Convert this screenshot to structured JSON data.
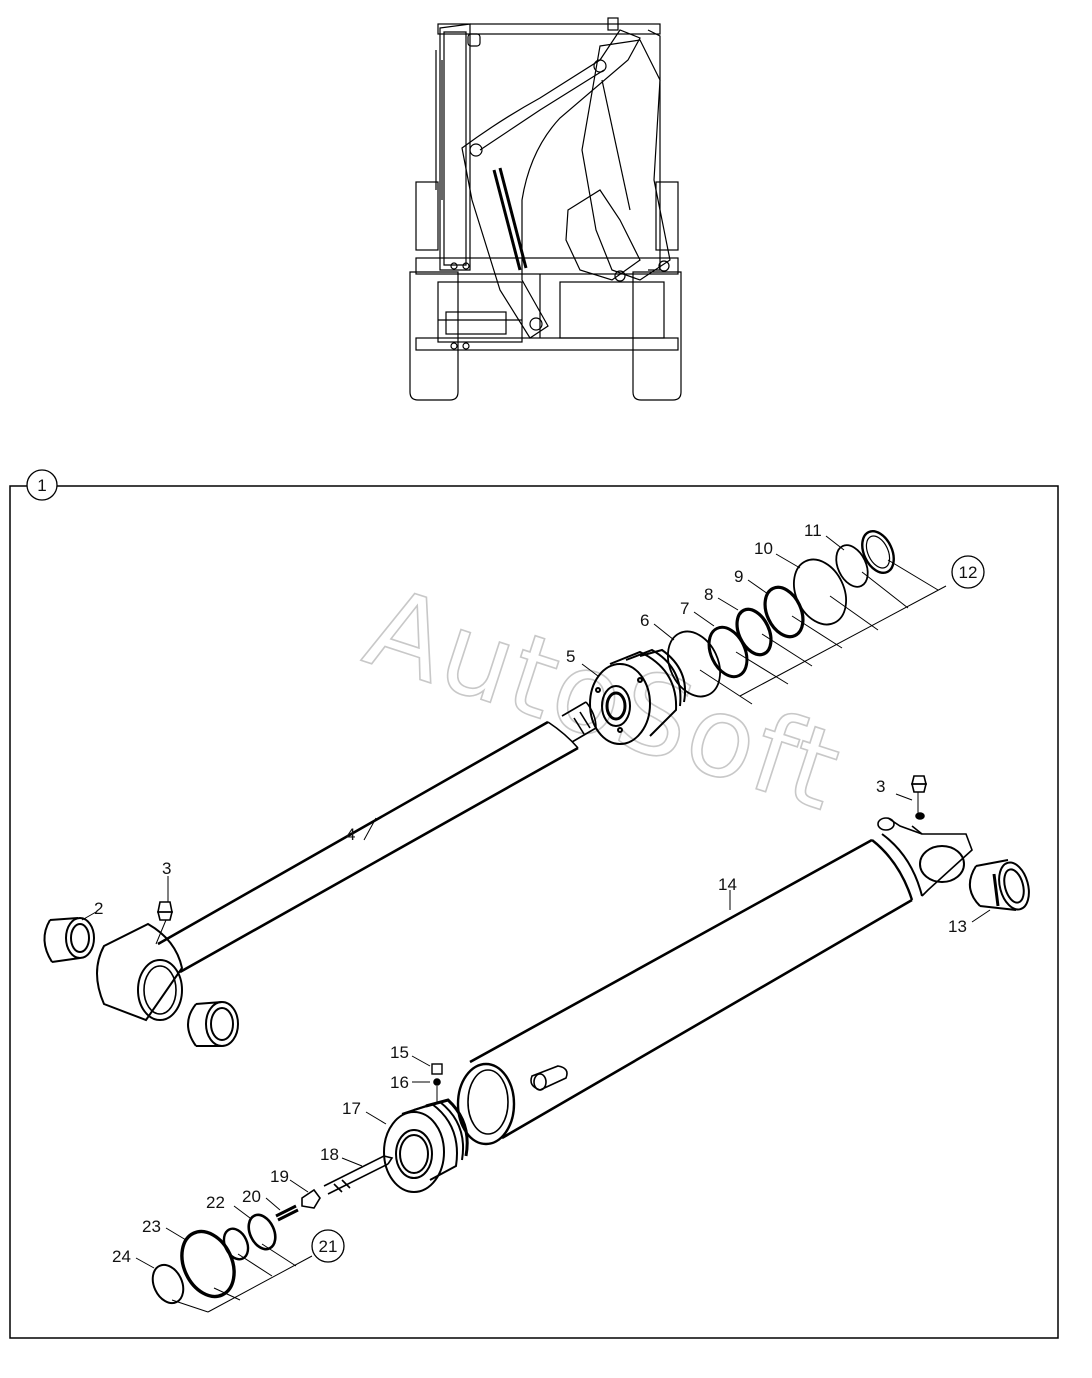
{
  "assembly_callout": "1",
  "watermark": "AutoSoft",
  "callouts": {
    "c2": "2",
    "c3a": "3",
    "c3b": "3",
    "c4": "4",
    "c5": "5",
    "c6": "6",
    "c7": "7",
    "c8": "8",
    "c9": "9",
    "c10": "10",
    "c11": "11",
    "c12": "12",
    "c13": "13",
    "c14": "14",
    "c15": "15",
    "c16": "16",
    "c17": "17",
    "c18": "18",
    "c19": "19",
    "c20": "20",
    "c21": "21",
    "c22": "22",
    "c23": "23",
    "c24": "24"
  }
}
